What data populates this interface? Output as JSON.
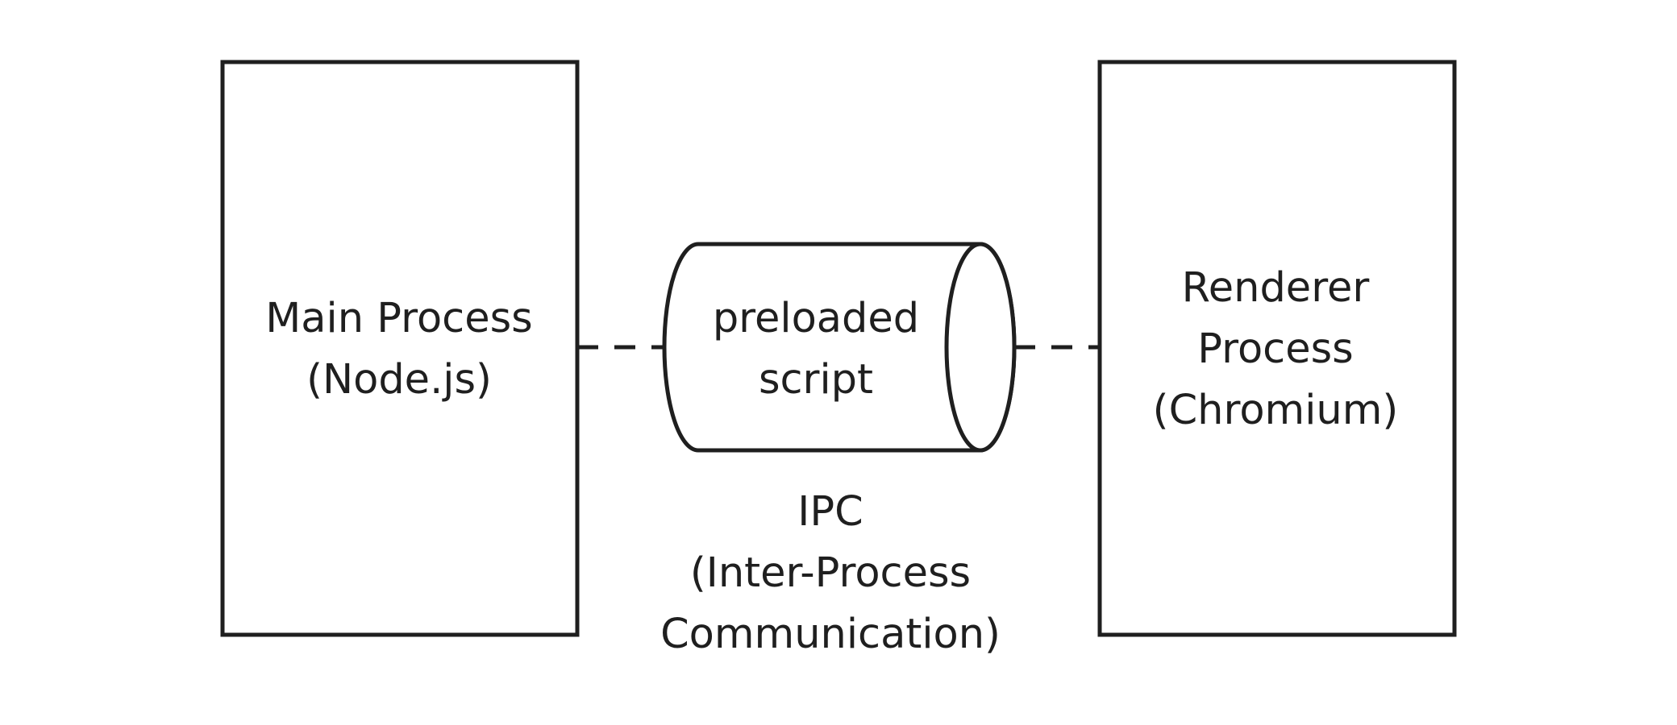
{
  "colors": {
    "stroke": "#1f1f1f",
    "background": "#ffffff"
  },
  "main_process": {
    "line1": "Main Process",
    "line2": "(Node.js)"
  },
  "renderer_process": {
    "line1": "Renderer",
    "line2": "Process",
    "line3": "(Chromium)"
  },
  "preload": {
    "line1": "preloaded",
    "line2": "script"
  },
  "ipc": {
    "line1": "IPC",
    "line2": "(Inter-Process",
    "line3": "Communication)"
  }
}
